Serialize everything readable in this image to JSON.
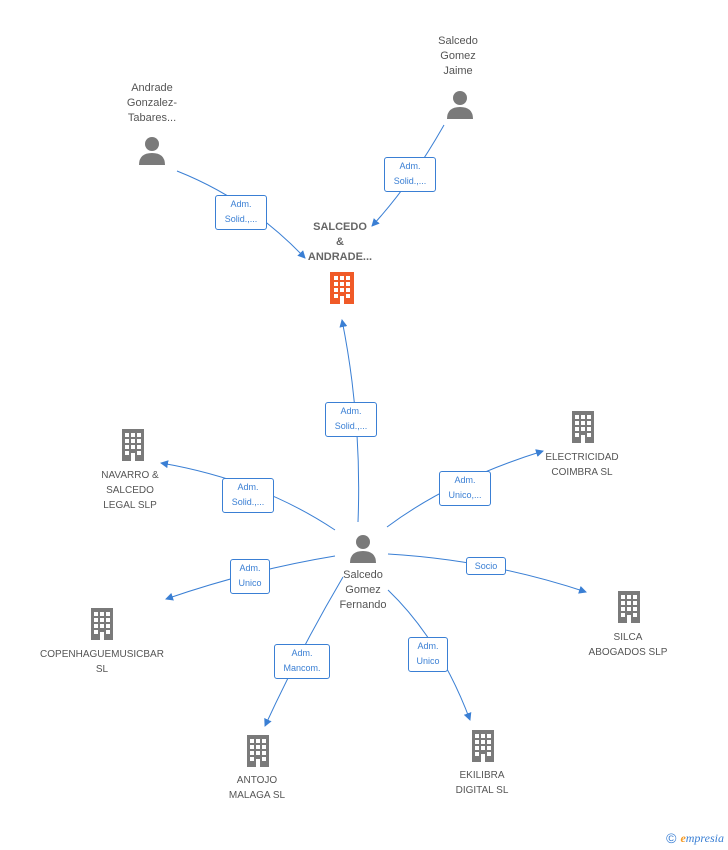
{
  "main": {
    "label": "SALCEDO\n&\nANDRADE...",
    "color": "#f05a28"
  },
  "people": {
    "andrade": "Andrade\nGonzalez-\nTabares...",
    "jaime": "Salcedo\nGomez\nJaime",
    "fernando": "Salcedo\nGomez\nFernando"
  },
  "companies": {
    "navarro": "NAVARRO &\nSALCEDO\nLEGAL  SLP",
    "electricidad": "ELECTRICIDAD\nCOIMBRA  SL",
    "copenhague": "COPENHAGUEMUSICBAR\nSL",
    "silca": "SILCA\nABOGADOS  SLP",
    "antojo": "ANTOJO\nMALAGA  SL",
    "ekilibra": "EKILIBRA\nDIGITAL SL"
  },
  "relations": {
    "andrade_main": "Adm.\nSolid.,...",
    "jaime_main": "Adm.\nSolid.,...",
    "fernando_main": "Adm.\nSolid.,...",
    "fernando_navarro": "Adm.\nSolid.,...",
    "fernando_electricidad": "Adm.\nUnico,...",
    "fernando_copenhague": "Adm.\nUnico",
    "fernando_silca": "Socio",
    "fernando_antojo": "Adm.\nMancom.",
    "fernando_ekilibra": "Adm.\nUnico"
  },
  "footer": {
    "copyright": "©",
    "brand_initial": "e",
    "brand_rest": "mpresia"
  },
  "colors": {
    "edge": "#3a7fd4",
    "icon": "#7a7a7a",
    "main_icon": "#f05a28"
  }
}
